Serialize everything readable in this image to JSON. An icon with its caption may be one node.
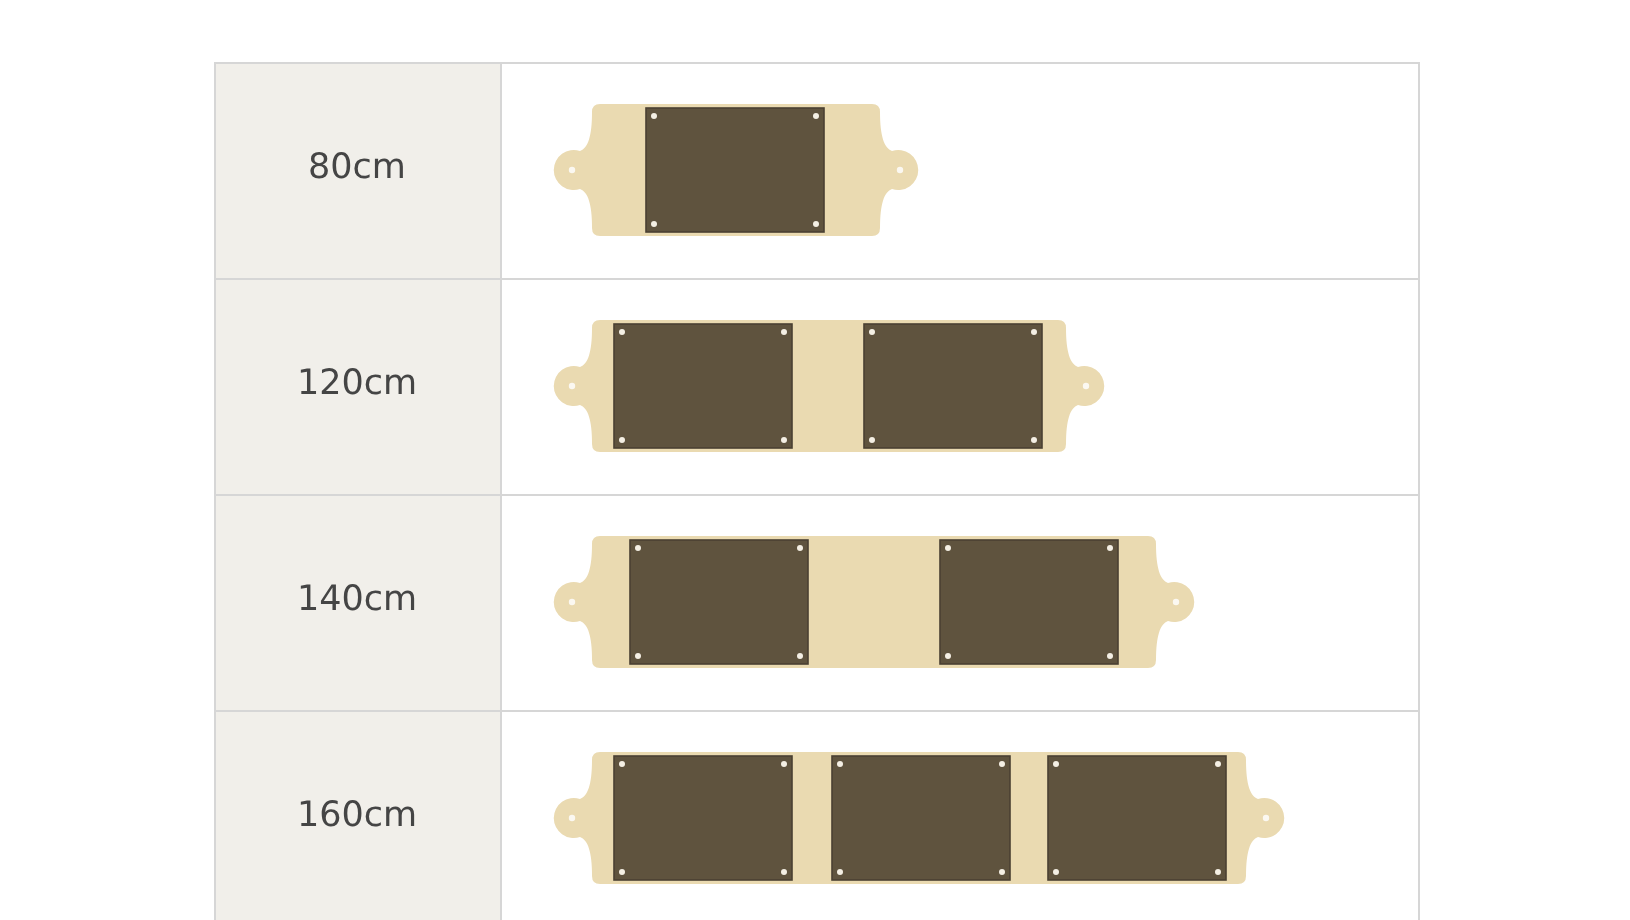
{
  "diagram": {
    "labels": [
      "80cm",
      "120cm",
      "140cm",
      "160cm"
    ]
  }
}
